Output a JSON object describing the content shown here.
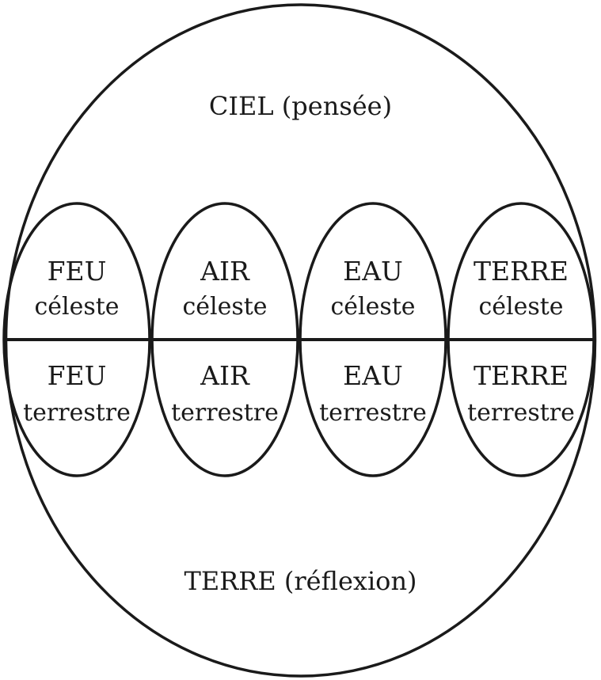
{
  "diagram": {
    "top_label": "CIEL (pensée)",
    "bottom_label": "TERRE (réflexion)",
    "elements": [
      {
        "name": "FEU",
        "upper": "céleste",
        "lower": "terrestre"
      },
      {
        "name": "AIR",
        "upper": "céleste",
        "lower": "terrestre"
      },
      {
        "name": "EAU",
        "upper": "céleste",
        "lower": "terrestre"
      },
      {
        "name": "TERRE",
        "upper": "céleste",
        "lower": "terrestre"
      }
    ]
  }
}
